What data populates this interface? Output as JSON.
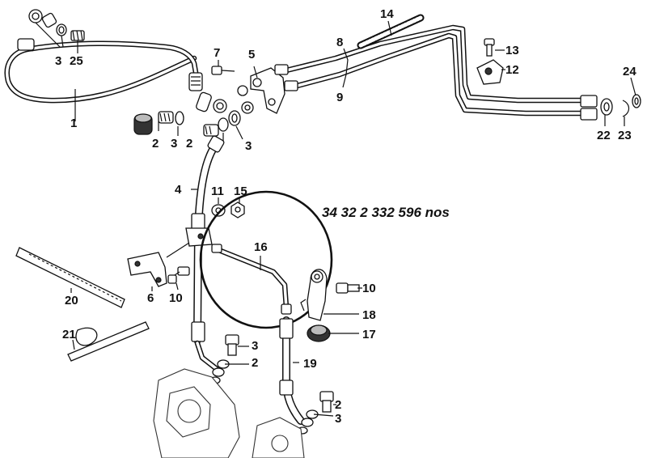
{
  "diagram": {
    "part_note": "34 32 2 332 596 nos",
    "callouts": [
      {
        "id": "c1",
        "text": "1"
      },
      {
        "id": "c2a",
        "text": "2"
      },
      {
        "id": "c2b",
        "text": "2"
      },
      {
        "id": "c2c",
        "text": "2"
      },
      {
        "id": "c2d",
        "text": "2"
      },
      {
        "id": "c3a",
        "text": "3"
      },
      {
        "id": "c3b",
        "text": "3"
      },
      {
        "id": "c3c",
        "text": "3"
      },
      {
        "id": "c3d",
        "text": "3"
      },
      {
        "id": "c3e",
        "text": "3"
      },
      {
        "id": "c4",
        "text": "4"
      },
      {
        "id": "c5",
        "text": "5"
      },
      {
        "id": "c6",
        "text": "6"
      },
      {
        "id": "c7",
        "text": "7"
      },
      {
        "id": "c8",
        "text": "8"
      },
      {
        "id": "c9",
        "text": "9"
      },
      {
        "id": "c10a",
        "text": "10"
      },
      {
        "id": "c10b",
        "text": "10"
      },
      {
        "id": "c11",
        "text": "11"
      },
      {
        "id": "c12",
        "text": "12"
      },
      {
        "id": "c13",
        "text": "13"
      },
      {
        "id": "c14",
        "text": "14"
      },
      {
        "id": "c15",
        "text": "15"
      },
      {
        "id": "c16",
        "text": "16"
      },
      {
        "id": "c17",
        "text": "17"
      },
      {
        "id": "c18",
        "text": "18"
      },
      {
        "id": "c19",
        "text": "19"
      },
      {
        "id": "c20",
        "text": "20"
      },
      {
        "id": "c21",
        "text": "21"
      },
      {
        "id": "c22",
        "text": "22"
      },
      {
        "id": "c23",
        "text": "23"
      },
      {
        "id": "c24",
        "text": "24"
      },
      {
        "id": "c25",
        "text": "25"
      }
    ]
  }
}
